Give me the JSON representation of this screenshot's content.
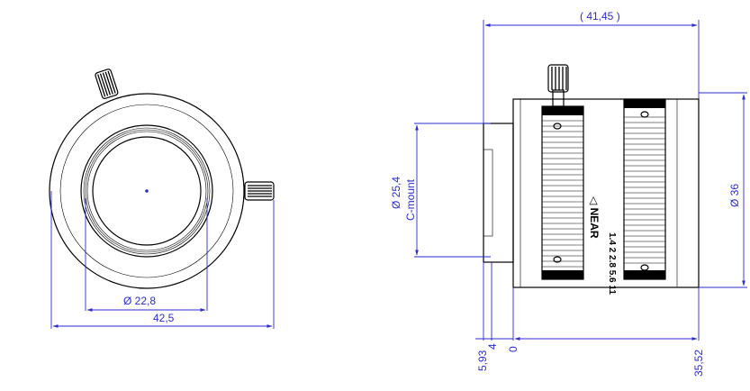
{
  "front_view": {
    "dim_inner_diameter": "Ø 22,8",
    "dim_outer_width": "42,5"
  },
  "side_view": {
    "dim_total_length": "( 41,45 )",
    "dim_mount_diameter": "Ø 25,4",
    "dim_mount_label": "C-mount",
    "dim_front_diameter": "Ø 36",
    "dim_offset_a": "5,93",
    "dim_offset_b": "4",
    "dim_offset_zero": "0",
    "dim_offset_c": "35,52",
    "focus_label": "◁ NEAR",
    "aperture_scale": "1.4 2 2.8 5.6 11"
  }
}
